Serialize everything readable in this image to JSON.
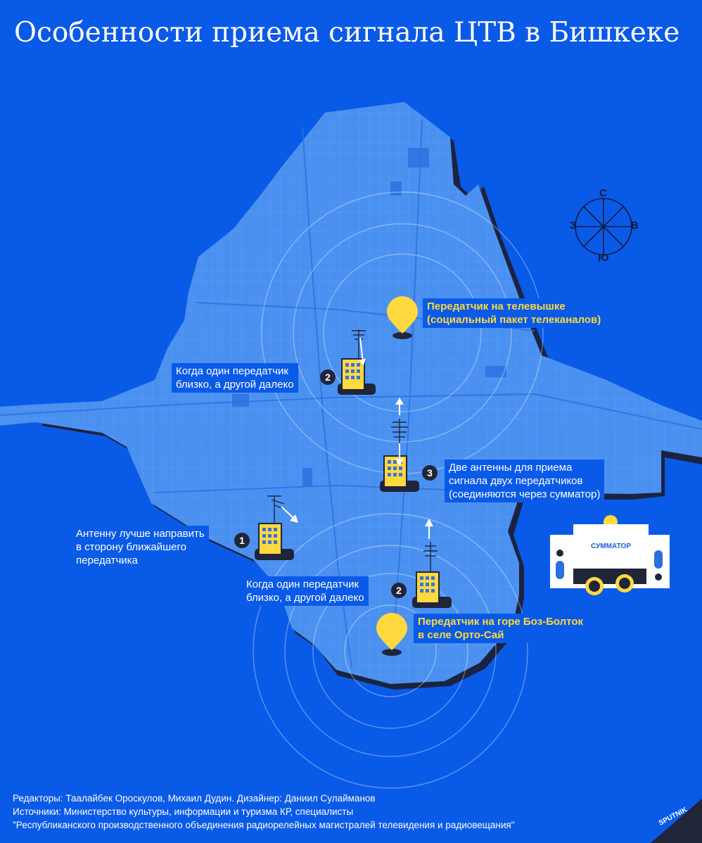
{
  "title": "Особенности приема сигнала ЦТВ в Бишкеке",
  "compass": {
    "north": "С",
    "south": "Ю",
    "west": "З",
    "east": "В"
  },
  "transmitters": [
    {
      "id": "tower",
      "label_line1": "Передатчик на телевышке",
      "label_line2": "(социальный пакет телеканалов)"
    },
    {
      "id": "mountain",
      "label_line1": "Передатчик на горе Боз-Болток",
      "label_line2": "в селе Орто-Сай"
    }
  ],
  "scenarios": [
    {
      "number": "1",
      "lines": [
        "Антенну лучше направить",
        "в сторону ближайшего",
        "передатчика"
      ]
    },
    {
      "number": "2",
      "lines": [
        "Когда один передатчик",
        "близко, а другой далеко"
      ]
    },
    {
      "number": "3",
      "lines": [
        "Две антенны для приема",
        "сигнала двух передатчиков",
        "(соединяются через сумматор)"
      ]
    }
  ],
  "summator": {
    "label": "СУММАТОР"
  },
  "footer": {
    "editors": "Редакторы: Таалайбек Ороскулов, Михаил Дудин. Дизайнер: Даниил Сулайманов",
    "sources": "Источники: Министерство культуры, информации и туризма КР, специалисты",
    "sources2": "\"Республиканского производственного объединения радиорелейных магистралей телевидения и радиовещания\""
  },
  "logo": "SPUTNIK",
  "colors": {
    "background": "#0a5ae8",
    "map": "#4a90f0",
    "accent": "#ffd93d",
    "dark": "#20253a"
  }
}
